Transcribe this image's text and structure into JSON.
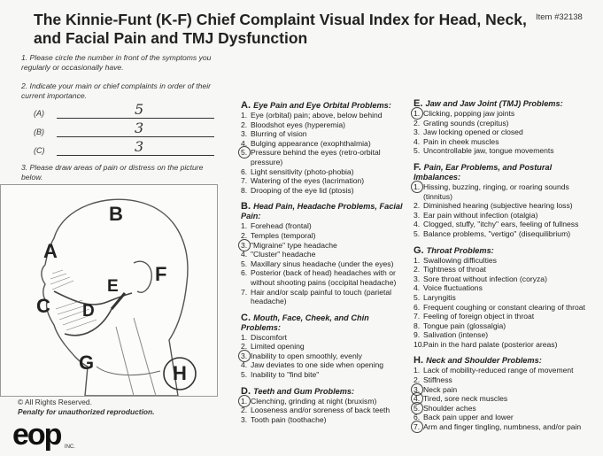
{
  "header": {
    "title": "The Kinnie-Funt (K-F) Chief Complaint Visual Index for Head, Neck, and Facial Pain and TMJ Dysfunction",
    "item_number": "Item #32138"
  },
  "instructions": {
    "step1": "1. Please circle the number in front of the symptoms you regularly or occasionally have.",
    "step2": "2. Indicate your main or chief complaints in order of their current importance.",
    "step3": "3. Please draw areas of pain or distress on the picture below."
  },
  "complaints": [
    {
      "label": "(A)",
      "value": "5"
    },
    {
      "label": "(B)",
      "value": "3"
    },
    {
      "label": "(C)",
      "value": "3"
    }
  ],
  "figure_letters": [
    "A",
    "B",
    "C",
    "D",
    "E",
    "F",
    "G",
    "H"
  ],
  "footer": {
    "rights": "© All Rights Reserved.",
    "penalty": "Penalty for unauthorized reproduction.",
    "logo": "eop",
    "logo_sub": "INC."
  },
  "sections": {
    "A": {
      "letter": "A.",
      "title": "Eye Pain and Eye Orbital Problems:",
      "items": [
        {
          "n": "1.",
          "t": "Eye (orbital) pain; above, below behind",
          "c": false
        },
        {
          "n": "2.",
          "t": "Bloodshot eyes (hyperemia)",
          "c": false
        },
        {
          "n": "3.",
          "t": "Blurring of vision",
          "c": false
        },
        {
          "n": "4.",
          "t": "Bulging appearance (exophthalmia)",
          "c": false
        },
        {
          "n": "5.",
          "t": "Pressure behind the eyes (retro-orbital pressure)",
          "c": true
        },
        {
          "n": "6.",
          "t": "Light sensitivity (photo-phobia)",
          "c": false
        },
        {
          "n": "7.",
          "t": "Watering of the eyes (lacrimation)",
          "c": false
        },
        {
          "n": "8.",
          "t": "Drooping of the eye lid (ptosis)",
          "c": false
        }
      ]
    },
    "B": {
      "letter": "B.",
      "title": "Head Pain, Headache Problems, Facial Pain:",
      "items": [
        {
          "n": "1.",
          "t": "Forehead (frontal)",
          "c": false
        },
        {
          "n": "2.",
          "t": "Temples (temporal)",
          "c": false
        },
        {
          "n": "3.",
          "t": "\"Migraine\" type headache",
          "c": true
        },
        {
          "n": "4.",
          "t": "\"Cluster\" headache",
          "c": false
        },
        {
          "n": "5.",
          "t": "Maxillary sinus headache (under the eyes)",
          "c": false
        },
        {
          "n": "6.",
          "t": "Posterior (back of head) headaches with or without shooting pains (occipital headache)",
          "c": false
        },
        {
          "n": "7.",
          "t": "Hair and/or scalp painful to touch (parietal headache)",
          "c": false
        }
      ]
    },
    "C": {
      "letter": "C.",
      "title": "Mouth, Face, Cheek, and Chin Problems:",
      "items": [
        {
          "n": "1.",
          "t": "Discomfort",
          "c": false
        },
        {
          "n": "2.",
          "t": "Limited opening",
          "c": false
        },
        {
          "n": "3.",
          "t": "Inability to open smoothly, evenly",
          "c": true
        },
        {
          "n": "4.",
          "t": "Jaw deviates to one side when opening",
          "c": false
        },
        {
          "n": "5.",
          "t": "Inability to \"find bite\"",
          "c": false
        }
      ]
    },
    "D": {
      "letter": "D.",
      "title": "Teeth and Gum Problems:",
      "items": [
        {
          "n": "1.",
          "t": "Clenching, grinding at night (bruxism)",
          "c": true
        },
        {
          "n": "2.",
          "t": "Looseness and/or soreness of back teeth",
          "c": false
        },
        {
          "n": "3.",
          "t": "Tooth pain (toothache)",
          "c": false
        }
      ]
    },
    "E": {
      "letter": "E.",
      "title": "Jaw and Jaw Joint (TMJ) Problems:",
      "items": [
        {
          "n": "1.",
          "t": "Clicking, popping jaw joints",
          "c": true
        },
        {
          "n": "2.",
          "t": "Grating sounds (crepitus)",
          "c": false
        },
        {
          "n": "3.",
          "t": "Jaw locking opened or closed",
          "c": false
        },
        {
          "n": "4.",
          "t": "Pain in cheek muscles",
          "c": false
        },
        {
          "n": "5.",
          "t": "Uncontrollable jaw, tongue movements",
          "c": false
        }
      ]
    },
    "F": {
      "letter": "F.",
      "title": "Pain, Ear Problems, and Postural Imbalances:",
      "items": [
        {
          "n": "1.",
          "t": "Hissing, buzzing, ringing, or roaring sounds (tinnitus)",
          "c": true
        },
        {
          "n": "2.",
          "t": "Diminished hearing (subjective hearing loss)",
          "c": false
        },
        {
          "n": "3.",
          "t": "Ear pain without infection (otalgia)",
          "c": false
        },
        {
          "n": "4.",
          "t": "Clogged, stuffy, \"itchy\" ears, feeling of fullness",
          "c": false
        },
        {
          "n": "5.",
          "t": "Balance problems, \"vertigo\" (disequilibrium)",
          "c": false
        }
      ]
    },
    "G": {
      "letter": "G.",
      "title": "Throat Problems:",
      "items": [
        {
          "n": "1.",
          "t": "Swallowing difficulties",
          "c": false
        },
        {
          "n": "2.",
          "t": "Tightness of throat",
          "c": false
        },
        {
          "n": "3.",
          "t": "Sore throat without infection (coryza)",
          "c": false
        },
        {
          "n": "4.",
          "t": "Voice fluctuations",
          "c": false
        },
        {
          "n": "5.",
          "t": "Laryngitis",
          "c": false
        },
        {
          "n": "6.",
          "t": "Frequent coughing or constant clearing of throat",
          "c": false
        },
        {
          "n": "7.",
          "t": "Feeling of foreign object in throat",
          "c": false
        },
        {
          "n": "8.",
          "t": "Tongue pain (glossalgia)",
          "c": false
        },
        {
          "n": "9.",
          "t": "Salivation (intense)",
          "c": false
        },
        {
          "n": "10.",
          "t": "Pain in the hard palate (posterior areas)",
          "c": false
        }
      ]
    },
    "H": {
      "letter": "H.",
      "title": "Neck and Shoulder Problems:",
      "items": [
        {
          "n": "1.",
          "t": "Lack of mobility-reduced range of movement",
          "c": false
        },
        {
          "n": "2.",
          "t": "Stiffness",
          "c": false
        },
        {
          "n": "3.",
          "t": "Neck pain",
          "c": true
        },
        {
          "n": "4.",
          "t": "Tired, sore neck muscles",
          "c": true
        },
        {
          "n": "5.",
          "t": "Shoulder aches",
          "c": true
        },
        {
          "n": "6.",
          "t": "Back pain upper and lower",
          "c": false
        },
        {
          "n": "7.",
          "t": "Arm and finger tingling, numbness, and/or pain",
          "c": true
        }
      ]
    }
  }
}
